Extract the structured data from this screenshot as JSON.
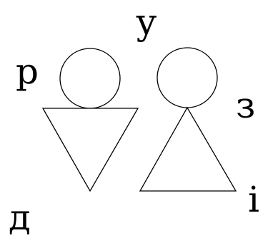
{
  "labels": {
    "top": "у",
    "left": "р",
    "right": "з",
    "bottom_left": "д",
    "bottom_right": "і"
  },
  "figures": [
    {
      "head": "circle",
      "body": "downward-triangle"
    },
    {
      "head": "circle",
      "body": "upward-triangle"
    }
  ],
  "colors": {
    "stroke": "#000000",
    "background": "#ffffff"
  }
}
